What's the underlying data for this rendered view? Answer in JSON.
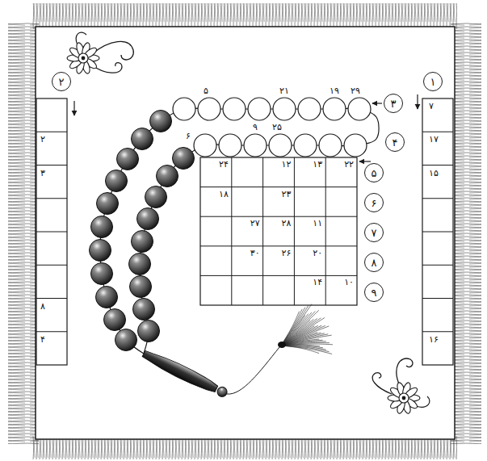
{
  "diagram": {
    "nodes": [
      {
        "text": [
          "۱"
        ]
      },
      {
        "text": [
          "۲"
        ]
      },
      {
        "text": [
          "۳"
        ]
      },
      {
        "text": [
          "۴"
        ]
      },
      {
        "text": [
          "۵"
        ]
      },
      {
        "text": [
          "۶"
        ]
      },
      {
        "text": [
          "۷"
        ]
      },
      {
        "text": [
          "۸"
        ]
      },
      {
        "text": [
          "۹"
        ]
      }
    ],
    "labels": [
      "۵",
      "۲۱",
      "۱۹",
      "۲۹",
      "۶",
      "۹",
      "۲۵",
      "۲",
      "۳",
      "۸",
      "۴",
      "۷",
      "۱۷",
      "۱۵",
      "۱۶",
      "۲۴",
      "۱۲",
      "۱۳",
      "۲۲",
      "۱۸",
      "۲۳",
      "۲۷",
      "۲۸",
      "۱۱",
      "۳۰",
      "۲۶",
      "۲۰",
      "۱۴",
      "۱۰"
    ]
  }
}
